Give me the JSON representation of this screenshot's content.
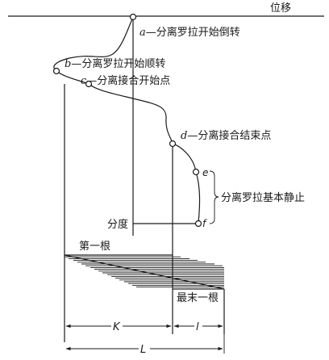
{
  "axis_label": "位移",
  "points": {
    "a": {
      "letter": "a",
      "text": "—分离罗拉开始倒转"
    },
    "b": {
      "letter": "b",
      "text": "—分离罗拉开始顺转"
    },
    "c": {
      "letter": "c",
      "text": "—分离接合开始点"
    },
    "d": {
      "letter": "d",
      "text": "—分离接合结束点"
    },
    "e": {
      "letter": "e"
    },
    "f": {
      "letter": "f"
    }
  },
  "bracket_label": "分离罗拉基本静止",
  "fendu_label": "分度",
  "first_label": "第一根",
  "last_label": "最末一根",
  "dim": {
    "K": "K",
    "l": "l",
    "L": "L"
  }
}
